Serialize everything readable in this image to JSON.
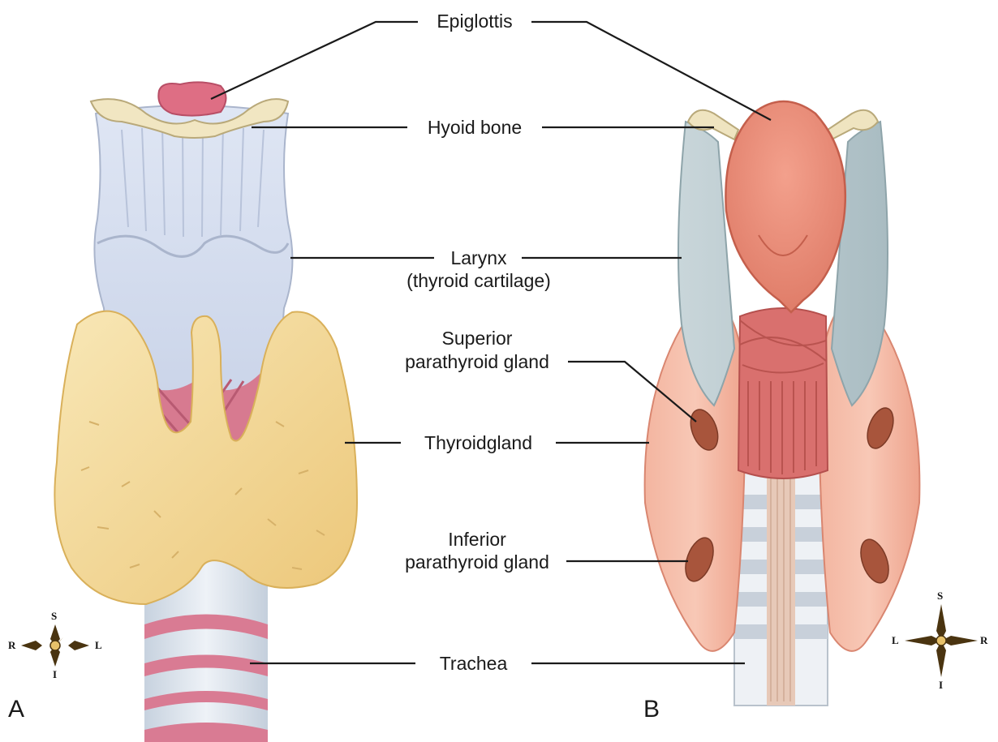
{
  "labels": {
    "epiglottis": "Epiglottis",
    "hyoid": "Hyoid bone",
    "larynx_line1": "Larynx",
    "larynx_line2": "(thyroid cartilage)",
    "superior_line1": "Superior",
    "superior_line2": "parathyroid gland",
    "thyroid": "Thyroidgland",
    "inferior_line1": "Inferior",
    "inferior_line2": "parathyroid gland",
    "trachea": "Trachea"
  },
  "panels": {
    "a": "A",
    "b": "B"
  },
  "compass_a": {
    "n": "S",
    "s": "I",
    "w": "R",
    "e": "L"
  },
  "compass_b": {
    "n": "S",
    "s": "I",
    "w": "L",
    "e": "R"
  },
  "colors": {
    "thyroid_gland_front": "#f3dc9a",
    "thyroid_gland_back": "#f0a894",
    "cartilage": "#d6def0",
    "muscle": "#d9706e",
    "epiglottis": "#e88878",
    "trachea_ring": "#d87a92",
    "parathyroid": "#a04a36"
  }
}
